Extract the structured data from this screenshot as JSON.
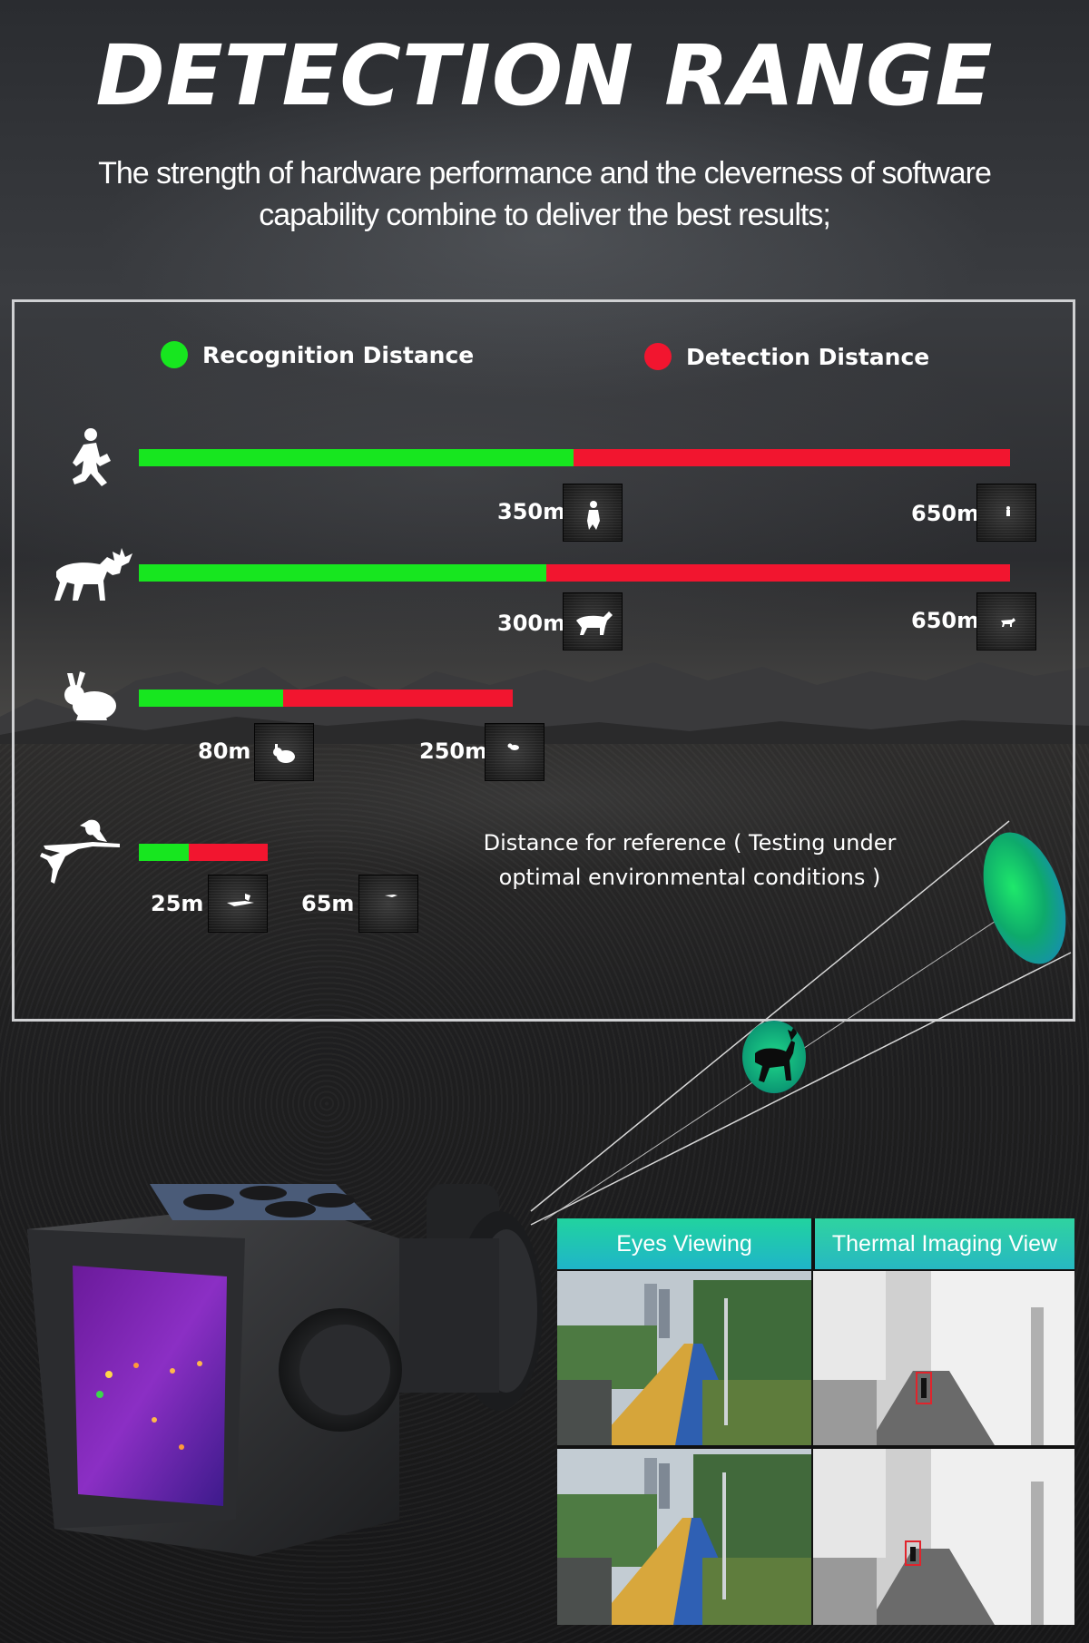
{
  "header": {
    "title": "DETECTION RANGE",
    "subtitle_line1": "The strength of hardware performance and the cleverness of software",
    "subtitle_line2": "capability combine to deliver the best results;"
  },
  "legend": {
    "recognition": {
      "label": "Recognition Distance",
      "color": "#17e61f"
    },
    "detection": {
      "label": "Detection Distance",
      "color": "#f2152f"
    }
  },
  "ranges": [
    {
      "target": "person-icon",
      "recognition": "350m",
      "detection": "650m",
      "recognition_m": 350,
      "detection_m": 650
    },
    {
      "target": "moose-icon",
      "recognition": "300m",
      "detection": "650m",
      "recognition_m": 300,
      "detection_m": 650
    },
    {
      "target": "rabbit-icon",
      "recognition": "80m",
      "detection": "250m",
      "recognition_m": 80,
      "detection_m": 250
    },
    {
      "target": "bird-icon",
      "recognition": "25m",
      "detection": "65m",
      "recognition_m": 25,
      "detection_m": 65
    }
  ],
  "note": {
    "line1": "Distance for reference ( Testing under",
    "line2": "optimal environmental conditions )"
  },
  "comparison": {
    "eyes_label": "Eyes Viewing",
    "thermal_label": "Thermal Imaging View"
  }
}
